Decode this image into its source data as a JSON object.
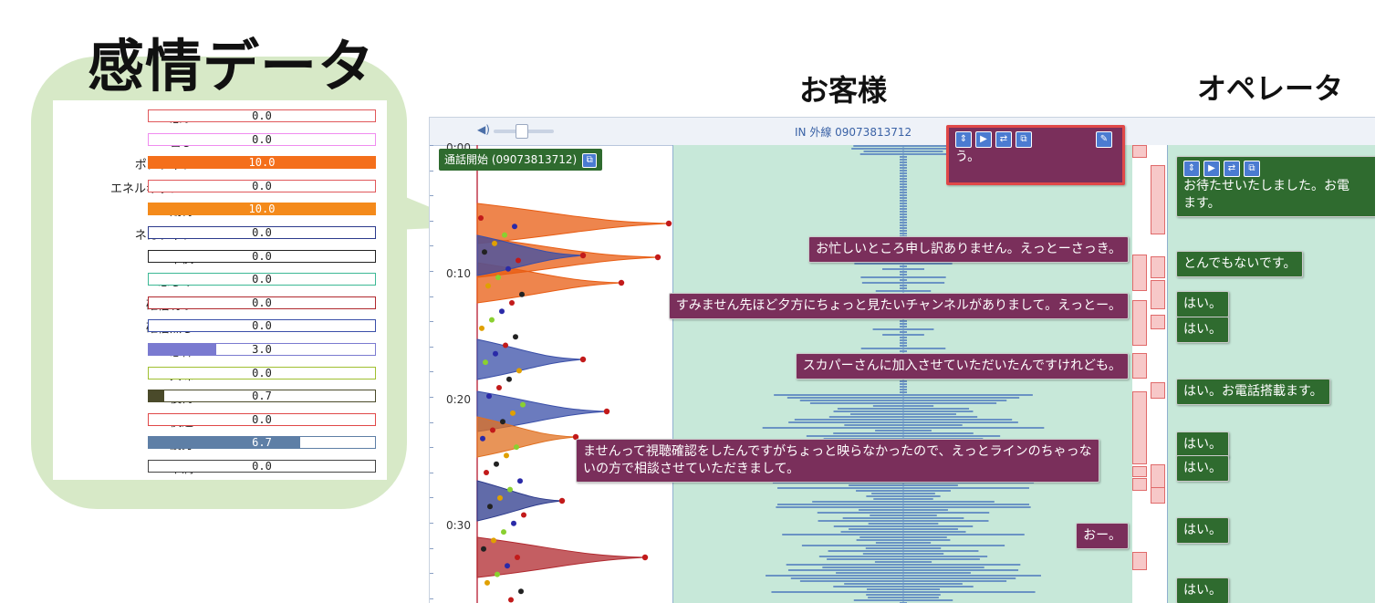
{
  "title": "感情データ",
  "columns": {
    "customer": "お客様",
    "operator": "オペレータ"
  },
  "emotions": [
    {
      "label": "怒り",
      "value": "0.0",
      "level": 0.0,
      "color": "#e0585b"
    },
    {
      "label": "喜び",
      "value": "0.0",
      "level": 0.0,
      "color": "#f08cf0"
    },
    {
      "label": "ポジティブ",
      "value": "10.0",
      "level": 1.0,
      "color": "#f46f1b"
    },
    {
      "label": "エネルギッシュ",
      "value": "0.0",
      "level": 0.0,
      "color": "#e0585b"
    },
    {
      "label": "期待",
      "value": "10.0",
      "level": 1.0,
      "color": "#f48a1b"
    },
    {
      "label": "ネガティブ",
      "value": "0.0",
      "level": 0.0,
      "color": "#2c3a8c"
    },
    {
      "label": "不快",
      "value": "0.0",
      "level": 0.0,
      "color": "#222222"
    },
    {
      "label": "悲しみ",
      "value": "0.0",
      "level": 0.0,
      "color": "#3cb895"
    },
    {
      "label": "確信有り",
      "value": "0.0",
      "level": 0.0,
      "color": "#b0282e"
    },
    {
      "label": "確信無し",
      "value": "0.0",
      "level": 0.0,
      "color": "#3a4fa8"
    },
    {
      "label": "恐怖",
      "value": "3.0",
      "level": 0.3,
      "color": "#7a7ad0"
    },
    {
      "label": "興味",
      "value": "0.0",
      "level": 0.0,
      "color": "#a0c030"
    },
    {
      "label": "後悔",
      "value": "0.7",
      "level": 0.07,
      "color": "#4a4a2a"
    },
    {
      "label": "快適",
      "value": "0.0",
      "level": 0.0,
      "color": "#e04848"
    },
    {
      "label": "疲労",
      "value": "6.7",
      "level": 0.67,
      "color": "#5e7fa6"
    },
    {
      "label": "不満",
      "value": "0.0",
      "level": 0.0,
      "color": "#444444"
    }
  ],
  "viewer": {
    "line_info": "IN 外線 09073813712",
    "start_badge": "通話開始 (09073813712)",
    "time_labels": [
      "0:00",
      "0:10",
      "0:20",
      "0:30"
    ]
  },
  "customer_utterances": [
    "う。",
    "お忙しいところ申し訳ありません。えっとーさっき。",
    "すみません先ほど夕方にちょっと見たいチャンネルがありまして。えっとー。",
    "スカパーさんに加入させていただいたんですけれども。",
    "ませんって視聴確認をしたんですがちょっと映らなかったので、えっとラインのちゃっな",
    "いの方で相談させていただきまして。",
    "おー。"
  ],
  "operator_utterances": [
    "お待たせいたしました。お電",
    "ます。",
    "とんでもないです。",
    "はい。",
    "はい。",
    "はい。お電話搭載ます。",
    "はい。",
    "はい。",
    "はい。",
    "はい。"
  ],
  "colors": {
    "customer_bubble": "#7a2f5b",
    "operator_bubble": "#2f6b2f",
    "lane": "#c7e8d9",
    "accent": "#4b7bd1"
  }
}
